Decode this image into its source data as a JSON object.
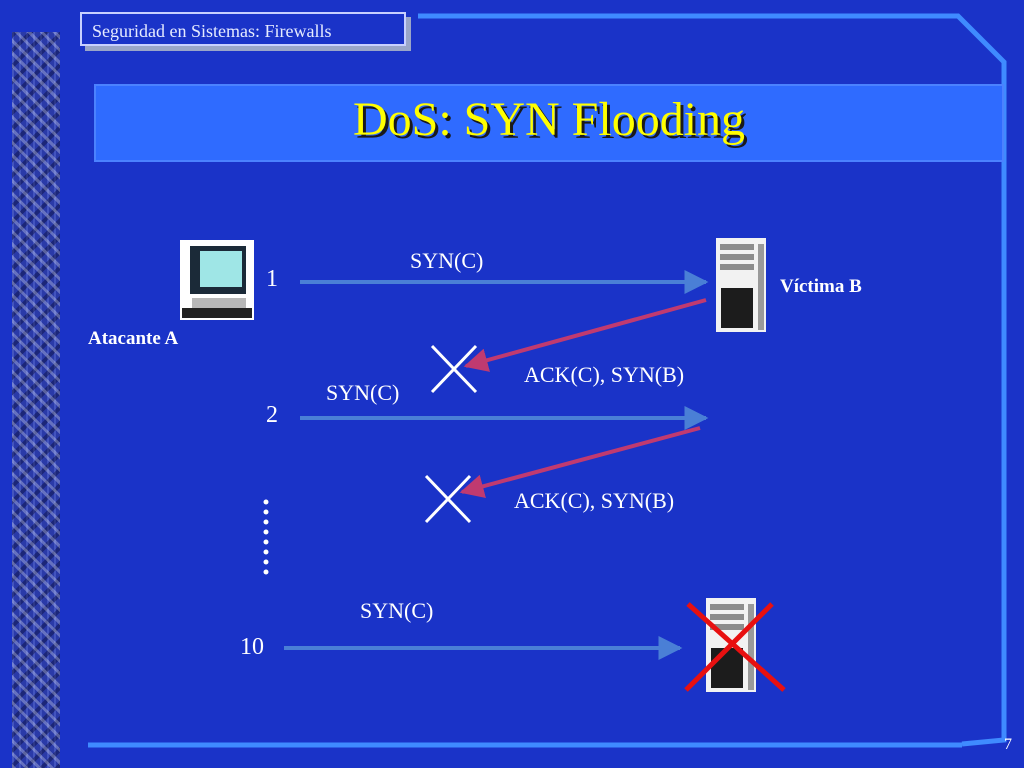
{
  "header": {
    "label": "Seguridad en Sistemas: Firewalls"
  },
  "title": "DoS: SYN Flooding",
  "diagram": {
    "attacker_label": "Atacante A",
    "victim_label": "Víctima B",
    "steps": [
      {
        "num": "1",
        "syn": "SYN(C)",
        "reply": "ACK(C), SYN(B)"
      },
      {
        "num": "2",
        "syn": "SYN(C)",
        "reply": "ACK(C), SYN(B)"
      },
      {
        "num": "10",
        "syn": "SYN(C)"
      }
    ],
    "colors": {
      "syn_arrow": "#4a7fd6",
      "reply_arrow": "#c03a70",
      "blocked_x": "#ffffff",
      "down_x": "#e81010"
    }
  },
  "footer": {
    "page": "7"
  }
}
